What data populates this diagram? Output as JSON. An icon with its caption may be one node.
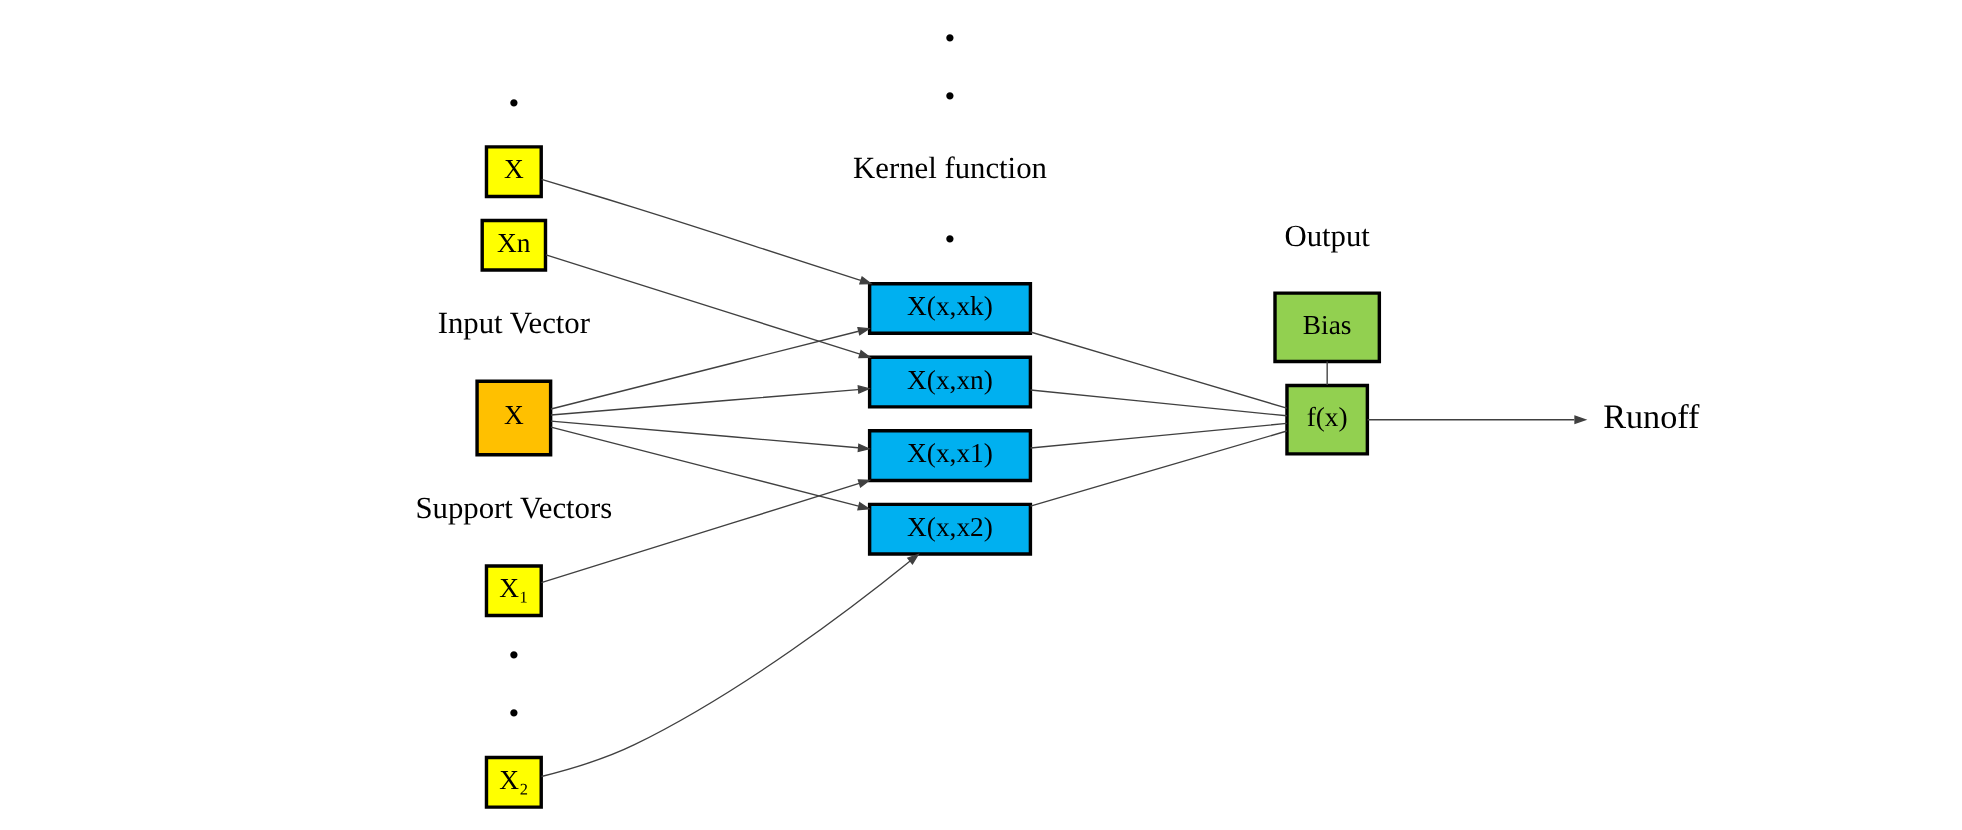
{
  "diagram": {
    "nodes": [
      {
        "text": [
          "X"
        ]
      },
      {
        "text": [
          "X₁"
        ]
      },
      {
        "text": [
          "X₂"
        ]
      },
      {
        "text": [
          "X"
        ]
      },
      {
        "text": [
          "Xn"
        ]
      },
      {
        "text": [
          "X(x,x1)"
        ]
      },
      {
        "text": [
          "X(x,x2)"
        ]
      },
      {
        "text": [
          "X(x,xk)"
        ]
      },
      {
        "text": [
          "X(x,xn)"
        ]
      },
      {
        "text": [
          "f(x)"
        ]
      },
      {
        "text": [
          "Bias"
        ]
      },
      {
        "text": [
          "Runoff"
        ]
      }
    ],
    "edges": [
      {
        "from": 1,
        "to": 5,
        "arrow": "to"
      },
      {
        "from": 0,
        "to": 5,
        "arrow": "to"
      },
      {
        "from": 2,
        "to": 6,
        "arrow": "to"
      },
      {
        "from": 0,
        "to": 6,
        "arrow": "to"
      },
      {
        "from": 0,
        "to": 7,
        "arrow": "to"
      },
      {
        "from": 3,
        "to": 7,
        "arrow": "to"
      },
      {
        "from": 0,
        "to": 8,
        "arrow": "to"
      },
      {
        "from": 4,
        "to": 8,
        "arrow": "to"
      },
      {
        "from": 5,
        "to": 9,
        "arrow": "none"
      },
      {
        "from": 6,
        "to": 9,
        "arrow": "none"
      },
      {
        "from": 7,
        "to": 9,
        "arrow": "none"
      },
      {
        "from": 8,
        "to": 9,
        "arrow": "none"
      },
      {
        "from": 9,
        "to": 11,
        "arrow": "to"
      },
      {
        "from": 10,
        "to": 9,
        "arrow": "none"
      }
    ],
    "labels": [
      "Input Vector",
      "Support Vectors",
      "Kernel function",
      "Output",
      "•",
      "•",
      "•",
      "•",
      "•",
      "•"
    ]
  }
}
